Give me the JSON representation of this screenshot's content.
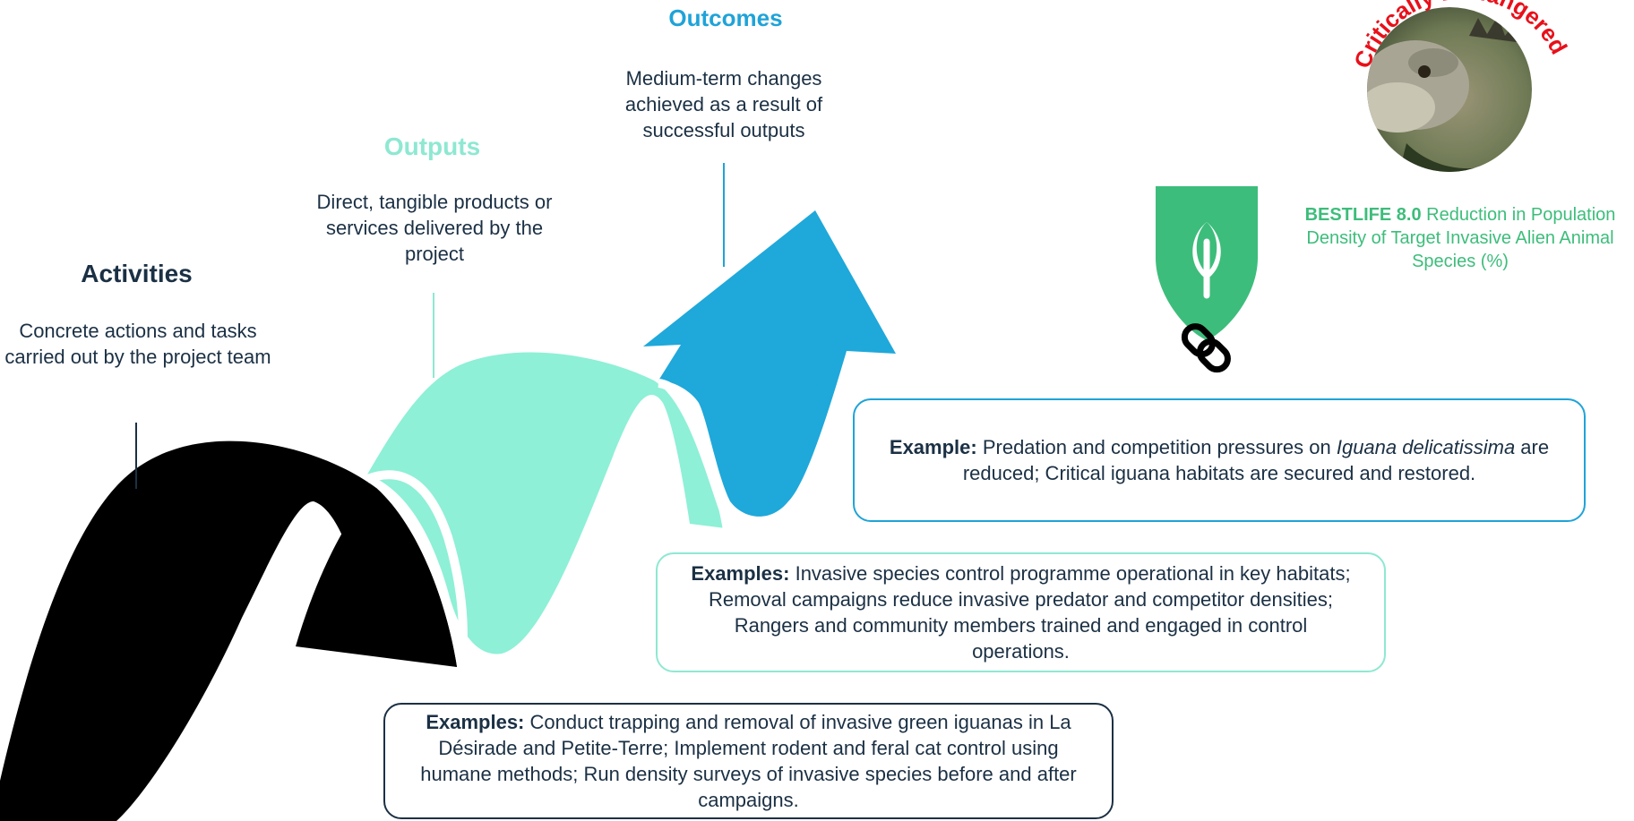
{
  "stages": {
    "activities": {
      "title": "Activities",
      "description": "Concrete actions and tasks carried out by the project team",
      "color": "#1b3044",
      "shape_color": "#000000"
    },
    "outputs": {
      "title": "Outputs",
      "description": "Direct, tangible products or services delivered by the project",
      "color": "#8ee8d2",
      "shape_color": "#8ef0d6"
    },
    "outcomes": {
      "title": "Outcomes",
      "description": "Medium-term changes achieved as a result of successful outputs",
      "color": "#1fa3d8",
      "shape_color": "#1fa8da"
    }
  },
  "examples": {
    "outcomes": {
      "label": "Example:",
      "text_before": " Predation and competition pressures on ",
      "species": "Iguana delicatissima",
      "text_after": " are reduced; Critical iguana habitats are secured and restored."
    },
    "outputs": {
      "label": "Examples:",
      "text": " Invasive species control programme operational in key habitats; Removal campaigns reduce invasive predator and competitor densities; Rangers and community members trained and engaged in control operations."
    },
    "activities": {
      "label": "Examples:",
      "text": " Conduct trapping and removal of invasive green iguanas in La Désirade and Petite-Terre; Implement rodent and feral cat control using humane methods; Run density surveys of invasive species before and after campaigns."
    }
  },
  "indicator": {
    "code": "BESTLIFE 8.0",
    "text": " Reduction in Population Density of Target Invasive Alien Animal Species (%)",
    "color": "#3dbd7b",
    "icon": "leaf-shield-icon",
    "link_icon": "chain-link-icon"
  },
  "species_badge": {
    "status_text": "Critically Endangered",
    "status_color": "#e8101a",
    "photo": "iguana-photo"
  }
}
